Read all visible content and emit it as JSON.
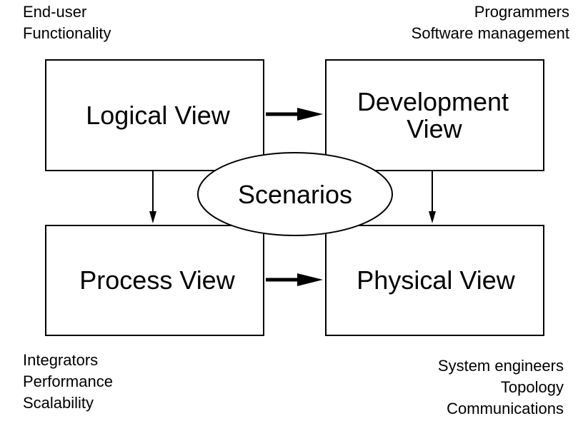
{
  "stakeholders": {
    "logical": [
      "End-user",
      "Functionality"
    ],
    "development": [
      "Programmers",
      "Software management"
    ],
    "process": [
      "Integrators",
      "Performance",
      "Scalability"
    ],
    "physical": [
      "System engineers",
      "Topology",
      "Communications"
    ]
  },
  "views": {
    "logical": "Logical View",
    "development_line1": "Development",
    "development_line2": "View",
    "process": "Process View",
    "physical": "Physical View"
  },
  "center": {
    "label": "Scenarios"
  }
}
